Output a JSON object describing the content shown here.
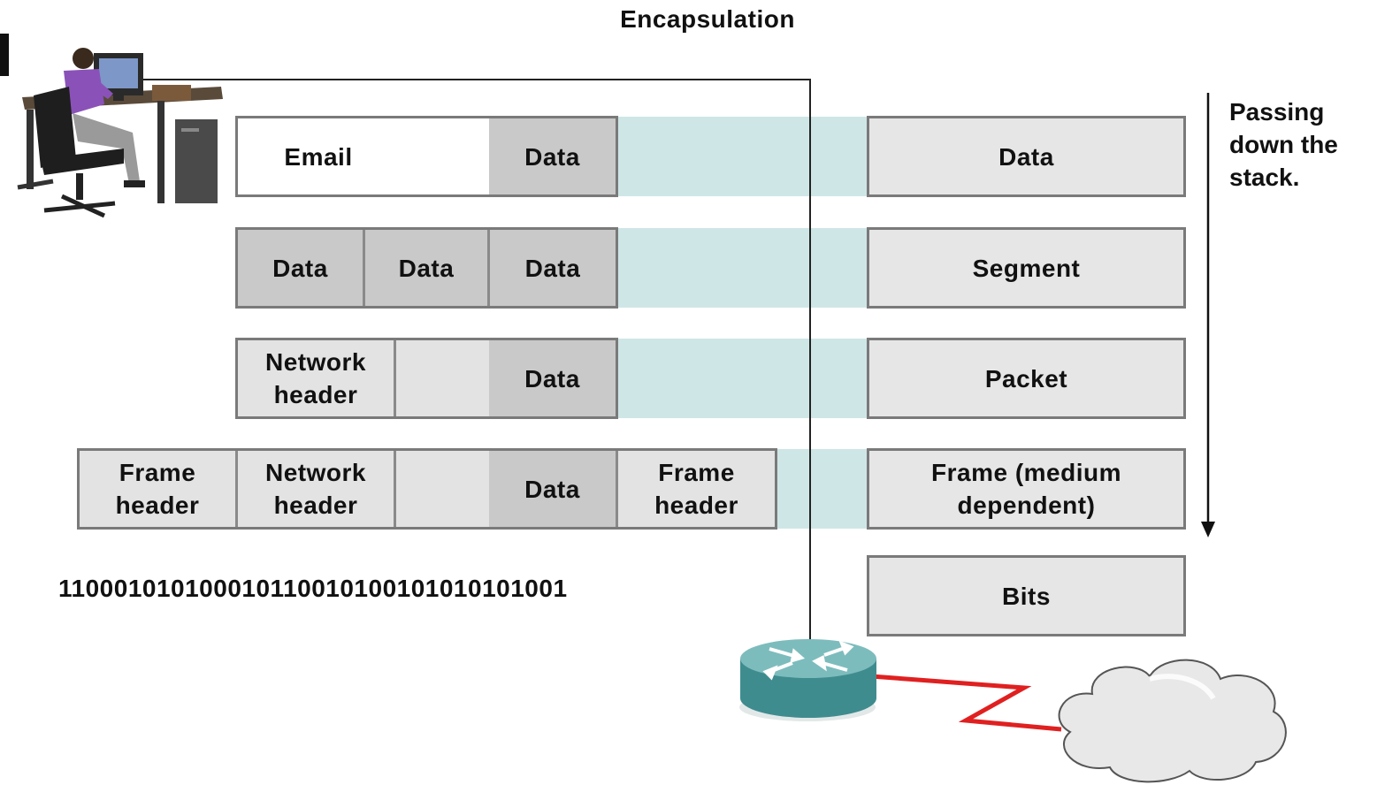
{
  "title": "Encapsulation",
  "note_lines": [
    "Passing",
    "down the",
    "stack."
  ],
  "left": {
    "row1": {
      "label": "Email",
      "data": "Data"
    },
    "row2": {
      "cells": [
        "Data",
        "Data",
        "Data"
      ]
    },
    "row3": {
      "network_header": "Network header",
      "data": "Data"
    },
    "row4": {
      "frame_header": "Frame header",
      "network_header": "Network header",
      "data": "Data",
      "frame_trailer": "Frame header"
    }
  },
  "bits": "110001010100010110010100101010101001",
  "right": {
    "layers": [
      "Data",
      "Segment",
      "Packet",
      "Frame (medium dependent)",
      "Bits"
    ]
  },
  "icons": [
    "user-at-computer-icon",
    "router-icon",
    "cloud-icon"
  ],
  "colors": {
    "band": "#cfe6e6",
    "box_border": "#7a7a7a",
    "dark_cell": "#c9c9c9",
    "light_cell": "#e3e3e3",
    "link": "#e02020",
    "router": "#3f8c8f"
  }
}
